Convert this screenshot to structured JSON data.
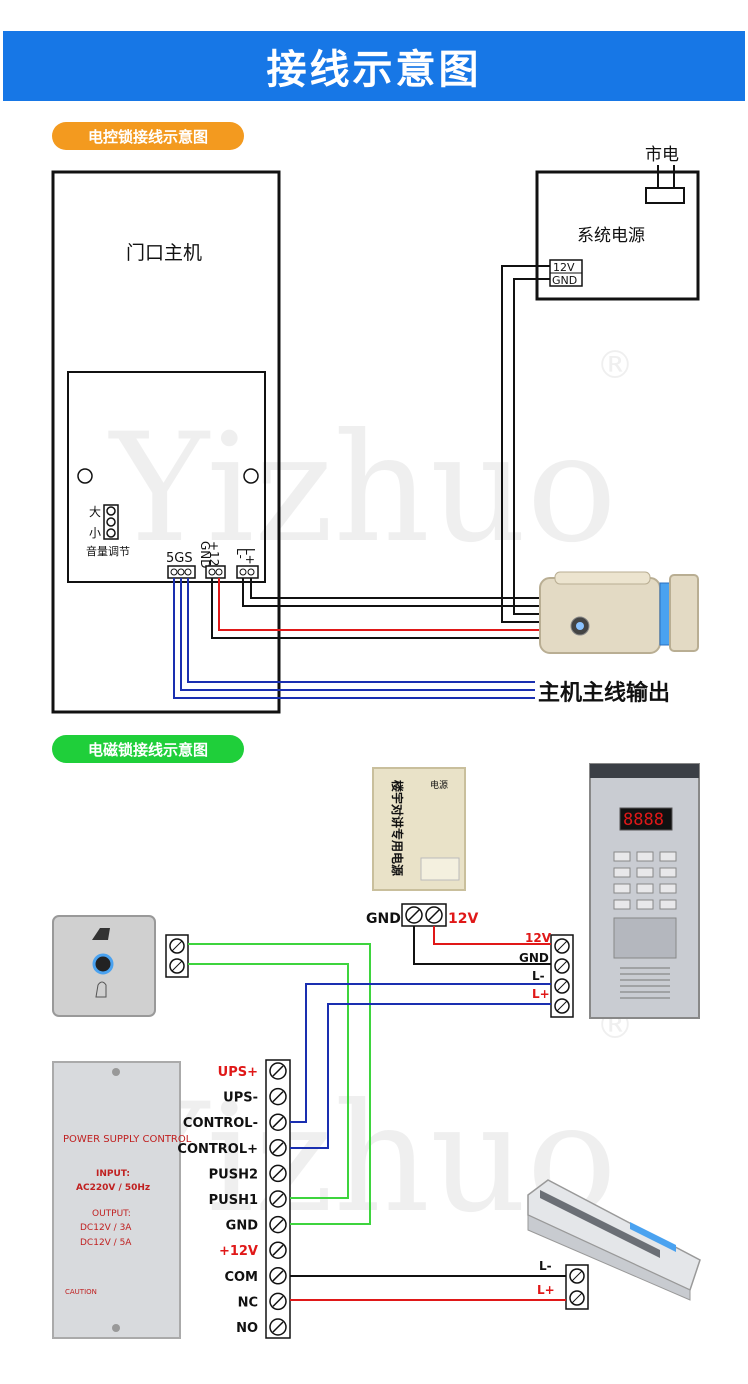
{
  "header": {
    "title": "接线示意图"
  },
  "section1": {
    "pill": "电控锁接线示意图",
    "host_label": "门口主机",
    "volume": {
      "big": "大",
      "small": "小",
      "label": "音量调节"
    },
    "terminals": {
      "sgs": "5GS",
      "plus12": "+12",
      "gnd": "GND",
      "lplus": "L+",
      "lminus": "L-"
    },
    "power_label": "系统电源",
    "mains_label": "市电",
    "power_v12": "12V",
    "power_gnd": "GND",
    "output_label": "主机主线输出"
  },
  "section2": {
    "pill": "电磁锁接线示意图",
    "psu_box_gnd": "GND",
    "psu_box_12v": "12V",
    "psu_text": "楼宇对讲专用电源",
    "psu_small": "电源",
    "panel_labels": [
      "12V",
      "GND",
      "L-",
      "L+"
    ],
    "controller_terminals": [
      "UPS+",
      "UPS-",
      "CONTROL-",
      "CONTROL+",
      "PUSH2",
      "PUSH1",
      "GND",
      "+12V",
      "COM",
      "NC",
      "NO"
    ],
    "controller_title": "POWER SUPPLY CONTROL",
    "controller_input": "INPUT:",
    "controller_input_val": "AC220V / 50Hz",
    "controller_output": "OUTPUT:",
    "controller_out1": "DC12V / 3A",
    "controller_out2": "DC12V / 5A",
    "controller_caution": "CAUTION",
    "maglock_lminus": "L-",
    "maglock_lplus": "L+",
    "panel_display": "8888"
  },
  "watermark": {
    "text": "Yizhuo",
    "mark": "®"
  },
  "colors": {
    "red": "#e01818",
    "blue": "#1a2fb0",
    "green": "#3ed43e",
    "header": "#1777e6"
  }
}
